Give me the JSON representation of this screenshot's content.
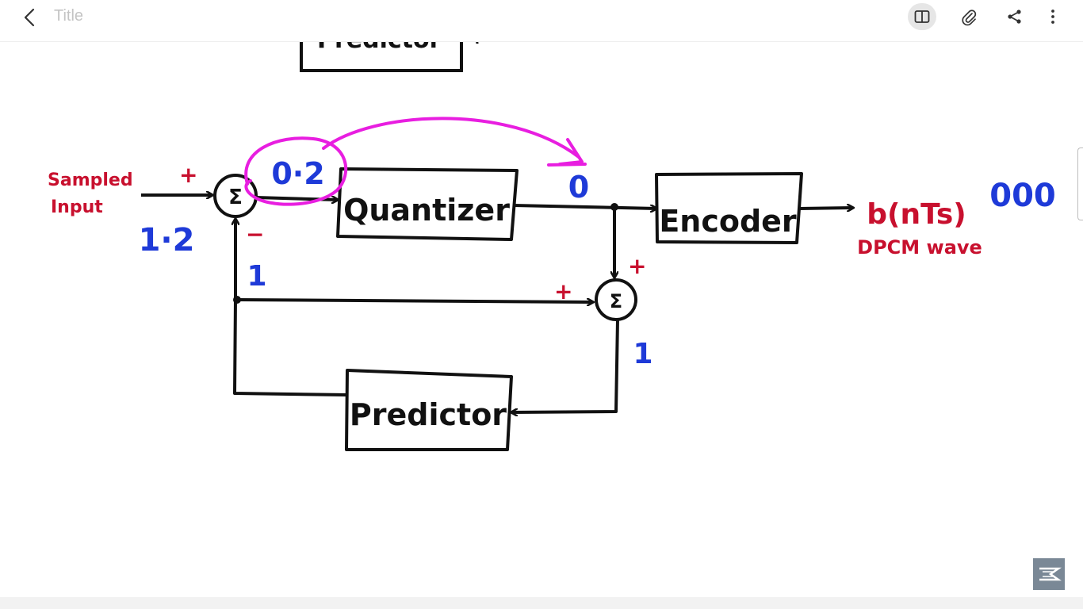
{
  "app": {
    "title": "Title",
    "toolbar_icons": [
      "back-arrow-icon",
      "book-icon",
      "paperclip-icon",
      "share-icon",
      "more-vertical-icon"
    ]
  },
  "diagram": {
    "top_partial_label": "Predictor",
    "blocks": {
      "quantizer": "Quantizer",
      "encoder": "Encoder",
      "predictor": "Predictor"
    },
    "sum_symbol": "Σ",
    "labels": {
      "input_line1": "Sampled",
      "input_line2": "Input",
      "output_top": "b(nTs)",
      "output_bottom": "DPCM wave",
      "plus_input": "+",
      "minus_feedback": "−",
      "plus_sum2_top": "+",
      "plus_sum2_left": "+"
    },
    "values": {
      "input_value": "1·2",
      "error_value": "0·2",
      "quantized_value": "0",
      "predicted_value": "1",
      "reconstructed_value": "1",
      "encoded_value": "000"
    },
    "colors": {
      "ink": "#111111",
      "red": "#c8102e",
      "blue": "#1e3ad8",
      "magenta": "#e81ee0"
    }
  },
  "watermark": {
    "logo_icon": "logo-icon"
  }
}
